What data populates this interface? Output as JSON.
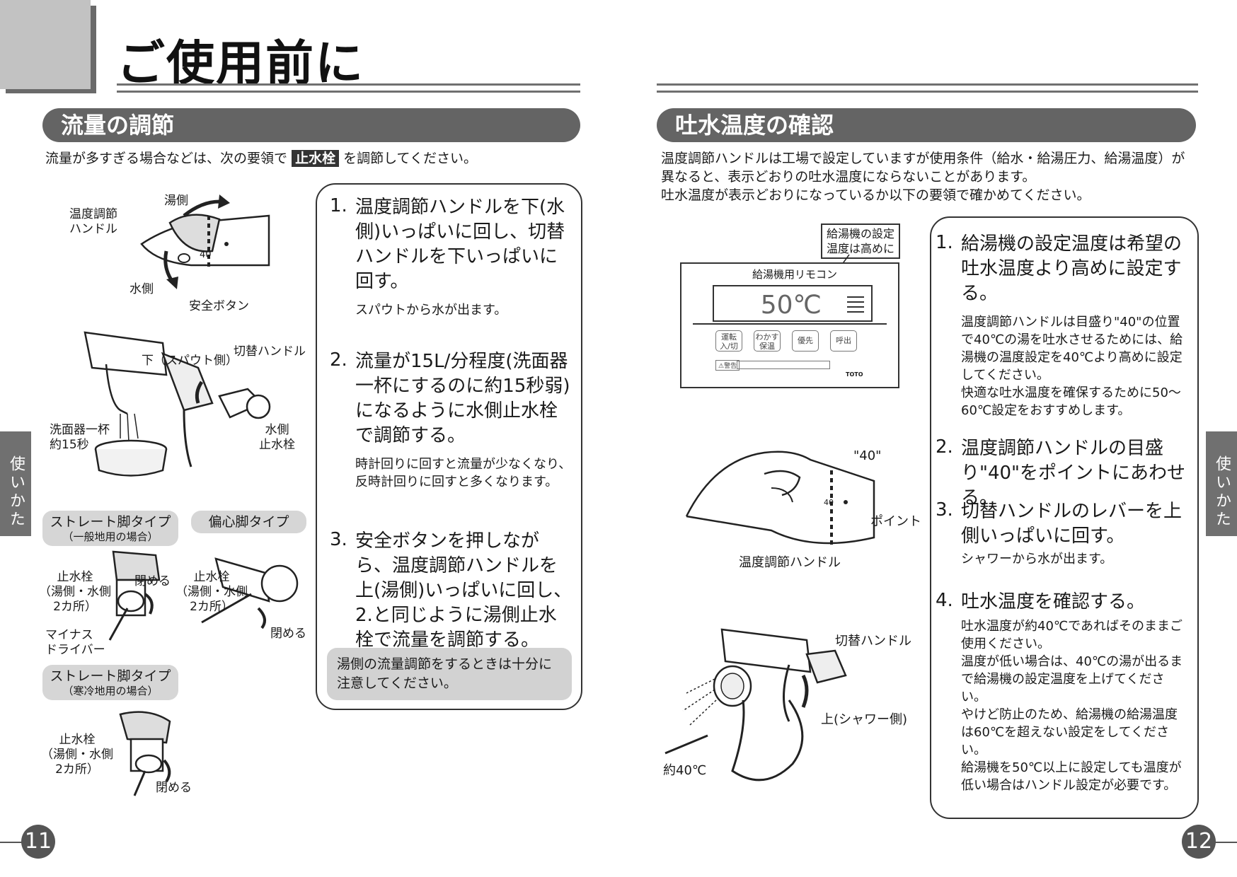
{
  "page_title": "ご使用前に",
  "side_tab": "使いかた",
  "page_numbers": {
    "left": "11",
    "right": "12"
  },
  "left": {
    "heading": "流量の調節",
    "intro_before": "流量が多すぎる場合などは、次の要領で",
    "intro_keyword": "止水栓",
    "intro_after": "を調節してください。",
    "labels": {
      "hot_side": "湯側",
      "temp_handle": "温度調節\nハンドル",
      "cold_side": "水側",
      "safety_button": "安全ボタン",
      "down_spout": "下（スパウト側）",
      "switch_handle": "切替ハンドル",
      "basin": "洗面器一杯\n約15秒",
      "cold_stop": "水側\n止水栓",
      "straight_general": "ストレート脚タイプ",
      "straight_general_sub": "（一般地用の場合）",
      "offset": "偏心脚タイプ",
      "stop_valve_a": "止水栓\n（湯側・水側\n2カ所）",
      "close_a": "閉める",
      "stop_valve_b": "止水栓\n（湯側・水側\n2カ所）",
      "close_b": "閉める",
      "screwdriver": "マイナス\nドライバー",
      "straight_cold": "ストレート脚タイプ",
      "straight_cold_sub": "（寒冷地用の場合）",
      "stop_valve_c": "止水栓\n（湯側・水側\n2カ所）",
      "close_c": "閉める",
      "dial_40": "40"
    },
    "steps": [
      {
        "num": "1.",
        "title": "温度調節ハンドルを下(水側)いっぱいに回し、切替ハンドルを下いっぱいに回す。",
        "note": "スパウトから水が出ます。"
      },
      {
        "num": "2.",
        "title": "流量が15L/分程度(洗面器一杯にするのに約15秒弱)になるように水側止水栓で調節する。",
        "note": "時計回りに回すと流量が少なくなり、反時計回りに回すと多くなります。"
      },
      {
        "num": "3.",
        "title": "安全ボタンを押しながら、温度調節ハンドルを上(湯側)いっぱいに回し、2.と同じように湯側止水栓で流量を調節する。",
        "note": ""
      }
    ],
    "caution": "湯側の流量調節をするときは十分に注意してください。"
  },
  "right": {
    "heading": "吐水温度の確認",
    "intro": "温度調節ハンドルは工場で設定していますが使用条件（給水・給湯圧力、給湯温度）が異なると、表示どおりの吐水温度にならないことがあります。\n吐水温度が表示どおりになっているか以下の要領で確かめてください。",
    "remote": {
      "callout": "給湯機の設定\n温度は高めに",
      "title": "給湯機用リモコン",
      "display": "50℃",
      "buttons": [
        "運転\n入/切",
        "わかす\n保温",
        "優先",
        "呼出"
      ],
      "brand": "TOTO",
      "warning": "⚠警告"
    },
    "labels": {
      "mark_40": "\"40\"",
      "point": "ポイント",
      "temp_handle": "温度調節ハンドル",
      "dial_40": "40",
      "switch_handle": "切替ハンドル",
      "up_shower": "上(シャワー側)",
      "approx_40": "約40℃"
    },
    "steps": [
      {
        "num": "1.",
        "title": "給湯機の設定温度は希望の吐水温度より高めに設定する。",
        "note": "温度調節ハンドルは目盛り\"40\"の位置で40℃の湯を吐水させるためには、給湯機の温度設定を40℃より高めに設定してください。\n快適な吐水温度を確保するために50～60℃設定をおすすめします。"
      },
      {
        "num": "2.",
        "title": "温度調節ハンドルの目盛り\"40\"をポイントにあわせる。",
        "note": ""
      },
      {
        "num": "3.",
        "title": "切替ハンドルのレバーを上側いっぱいに回す。",
        "note": "シャワーから水が出ます。"
      },
      {
        "num": "4.",
        "title": "吐水温度を確認する。",
        "note": "吐水温度が約40℃であればそのままご使用ください。\n温度が低い場合は、40℃の湯が出るまで給湯機の設定温度を上げてください。\nやけど防止のため、給湯機の給湯温度は60℃を超えない設定をしてください。\n給湯機を50℃以上に設定しても温度が低い場合はハンドル設定が必要です。"
      }
    ]
  }
}
